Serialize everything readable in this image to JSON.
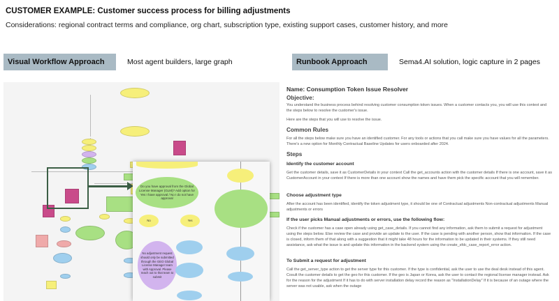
{
  "header": {
    "title": "CUSTOMER EXAMPLE: Customer success process for billing adjustments",
    "subtitle": "Considerations: regional contract terms and compliance, org chart, subscription type, existing support cases, customer history, and more"
  },
  "left": {
    "label": "Visual Workflow Approach",
    "desc": "Most agent builders, large graph",
    "inset": {
      "question": "Do you have approval from the Global License Manager (GLM)? Add option for Yes I have approval / No I do not have approval",
      "no": "No",
      "yes": "Yes",
      "no_result": "No adjustment request should only be submitted through the GEO Global License Manager team with Approval. Please reach out to that team to submit"
    },
    "colors": {
      "yellow": "#f6ef7a",
      "green": "#a8e083",
      "blue": "#9fcfee",
      "purple": "#d2b4ee",
      "pink": "#efaaaa",
      "magenta": "#c94b8a",
      "outline": "#3b5e45"
    }
  },
  "right": {
    "label": "Runbook Approach",
    "desc": "Sema4.AI solution, logic capture in 2 pages",
    "name": "Name: Consumption Token Issue Resolver",
    "objective_h": "Objective:",
    "objective_p": "You understand the business process behind resolving customer consumption token issues. When a customer contacts you, you will use this context and the steps below to resolve the customer's issue.",
    "objective_p2": "Here are the steps that you will use to resolve the issue.",
    "rules_h": "Common Rules",
    "rules_p": "For all the steps below make sure you have an identified customer. For any tools or actions that you call make sure you have values for all the parameters. There's a new option for Monthly Contractual Baseline Updates for users onboarded after 2024.",
    "steps_h": "Steps",
    "s1_h": "Identify the customer account",
    "s1_p": "Get the customer details, save it as CustomerDetails in your context Call the get_accounts action with the customer details If there is one account, save it as CustomerAccount in your context If there is more than one account show the names and have them pick the specific account that you will remember.",
    "s2_h": "Choose adjustment type",
    "s2_p": "After the account has been identified, identify the token adjustment type, it should be one of Contractual adjustments Non-contractual adjustments Manual adjustments or errors",
    "s3_h": "If the user picks Manual adjustments or errors, use the following flow:",
    "s3_p": "Check if the customer has a case open already using get_case_details. If you cannot find any information, ask them to submit a request for adjustment using the steps below. Else review the case and provide an update to the user. If the case is pending with another person, show that information. If the case is closed, inform them of that along with a suggestion that it might take 48 hours for the information to be updated in their systems. If they still need assistance, ask what the issue is and update this information in the backend system using the create_sfdc_case_report_error action.",
    "s4_h": "To Submit a request for adjustment",
    "s4_p": "Call the get_server_type action to get the server type for this customer. If the type is confidential, ask the user to use the deal desk instead of this agent. Cosult the customer details to get the geo for this customer. If the geo is Japan or Korea, ask the user to contact the regional license manager instead. Ask for the reason for the adjustment If it has to do with server installation delay record the reason as \"InstallationDelay\" If it is because of an outage where the server was not usable, ask when the outage"
  }
}
